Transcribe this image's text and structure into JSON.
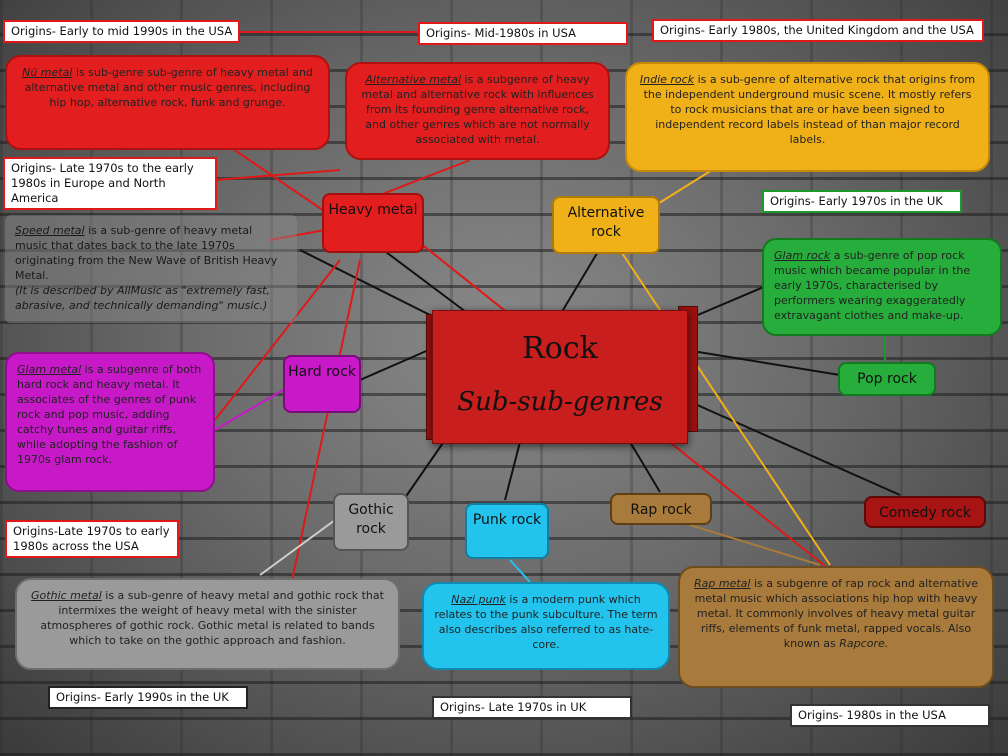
{
  "center": {
    "title": "Rock",
    "subtitle": "Sub-sub-genres"
  },
  "colors": {
    "red": "#e21e1e",
    "yellow": "#f0b018",
    "green": "#27ad3c",
    "magenta": "#c719c7",
    "grey": "#9a9a9a",
    "cyan": "#22c4ee",
    "brown": "#a87a3c",
    "darkred": "#a81414"
  },
  "nodes": {
    "heavy_metal": "Heavy metal",
    "alternative_rock": "Alternative rock",
    "hard_rock": "Hard rock",
    "pop_rock": "Pop  rock",
    "gothic_rock": "Gothic rock",
    "punk_rock": "Punk rock",
    "rap_rock": "Rap rock",
    "comedy_rock": "Comedy rock"
  },
  "origins": {
    "nu_metal": "Origins- Early to mid 1990s in the USA",
    "alternative_metal": "Origins- Mid-1980s in USA",
    "indie_rock": "Origins- Early 1980s, the United Kingdom and the USA",
    "speed_metal": "Origins- Late 1970s to the early 1980s in Europe and North America",
    "glam_rock": "Origins- Early 1970s in the UK",
    "glam_metal": "Origins-Late 1970s to early 1980s across the USA",
    "gothic_metal": "Origins-  Early 1990s in the UK",
    "nazi_punk": "Origins-  Late 1970s in UK",
    "rap_metal": "Origins-  1980s in the USA"
  },
  "descriptions": {
    "nu_metal": {
      "term": "Nü metal",
      "text": " is sub-genre  sub-genre of  heavy metal and  alternative metal and other  music genres, including hip hop, alternative rock, funk and grunge."
    },
    "alternative_metal": {
      "term": "Alternative metal",
      "text": " is a subgenre of heavy metal and alternative rock with influences from its founding genre alternative rock, and other genres which are not normally associated with metal."
    },
    "indie_rock": {
      "term": "Indie rock",
      "text": " is a sub-genre of alternative rock that origins from  the independent underground music scene. It mostly refers to rock musicians that are or have been signed to independent record labels instead of than major record labels."
    },
    "speed_metal": {
      "term": "Speed metal",
      "text": " is a sub-genre of heavy metal music that dates back to the late 1970s originating from the New Wave of British Heavy Metal.",
      "note": "(It is described by AllMusic as \"extremely fast, abrasive, and technically demanding\" music.)"
    },
    "glam_rock": {
      "term": "Glam rock",
      "text": " a sub-genre of pop rock music which became popular in the early 1970s, characterised by performers wearing exaggeratedly extravagant clothes and make-up."
    },
    "glam_metal": {
      "term": "Glam metal",
      "text": " is a subgenre of both hard rock and heavy metal. It associates of the genres of punk rock and pop music, adding catchy tunes and guitar riffs, while adopting the fashion of 1970s glam rock."
    },
    "gothic_metal": {
      "term": "Gothic metal",
      "text": " is a sub-genre of heavy metal and gothic rock that intermixes the weight of heavy metal with the sinister atmospheres of gothic rock. Gothic metal is related to bands which to take on the gothic approach and fashion."
    },
    "nazi_punk": {
      "term": "Nazi punk",
      "text": " is a modern punk which relates to the punk subculture. The term also describes also referred to as hate-core."
    },
    "rap_metal": {
      "term": "Rap metal",
      "text": "  is a subgenre of rap rock and alternative metal music which associations hip hop with heavy metal. It commonly involves of heavy metal guitar riffs, elements of funk metal, rapped vocals. Also known as ",
      "tail": "Rapcore."
    }
  }
}
